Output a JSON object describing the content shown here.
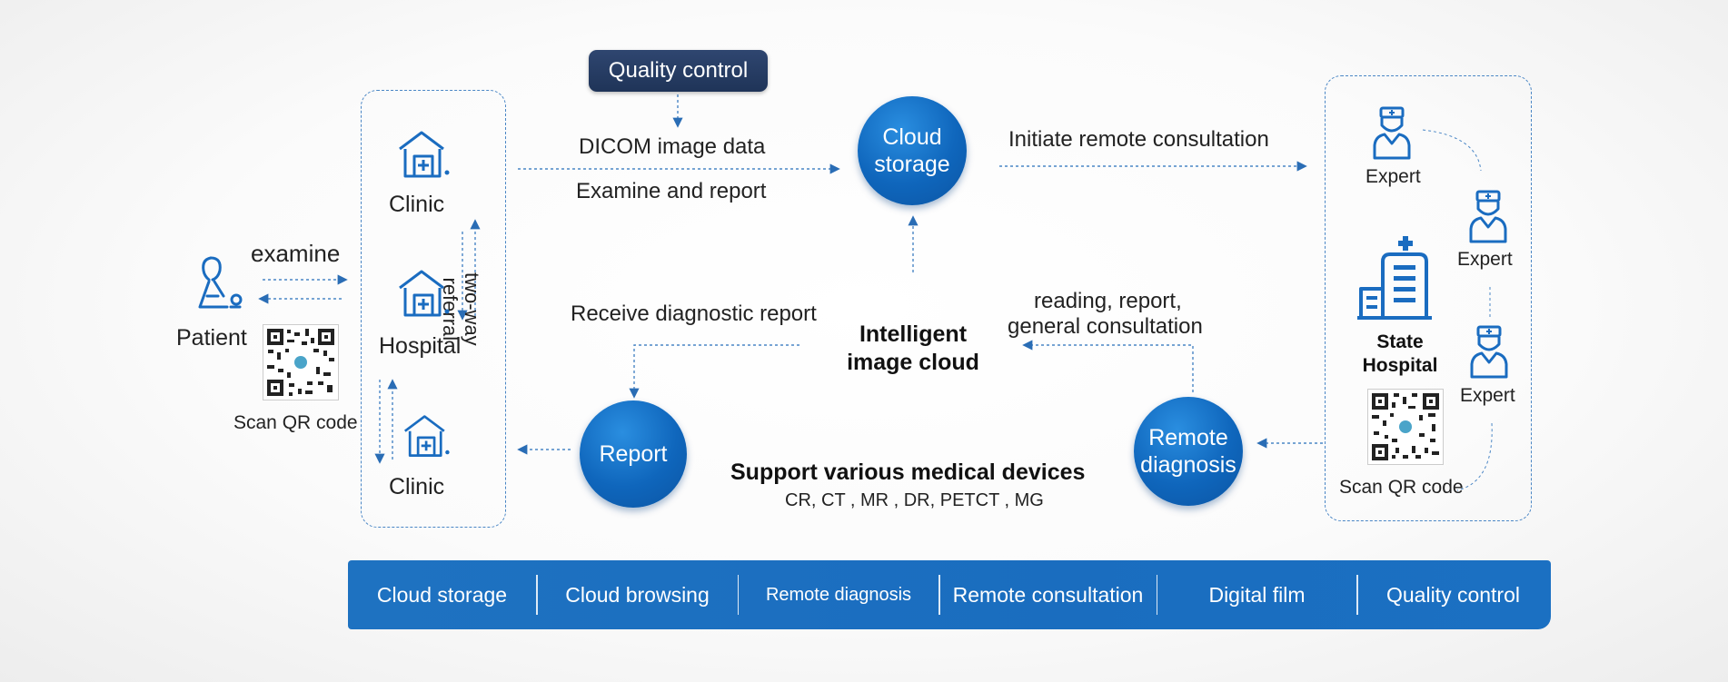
{
  "quality_control_top": "Quality control",
  "flow": {
    "dicom": "DICOM image data",
    "examine_report": "Examine and report",
    "initiate_consult": "Initiate remote consultation",
    "receive_report": "Receive diagnostic report",
    "reading_line1": "reading, report,",
    "reading_line2": "general consultation",
    "examine": "examine",
    "two_way_line1": "two-way",
    "two_way_line2": "referral"
  },
  "center": {
    "title_line1": "Intelligent",
    "title_line2": "image cloud",
    "support_title": "Support various medical devices",
    "devices": "CR, CT , MR , DR, PETCT , MG"
  },
  "circles": {
    "cloud_line1": "Cloud",
    "cloud_line2": "storage",
    "report": "Report",
    "remote_line1": "Remote",
    "remote_line2": "diagnosis"
  },
  "left": {
    "patient": "Patient",
    "scan_qr": "Scan QR code",
    "clinic_top": "Clinic",
    "hospital": "Hospital",
    "clinic_bottom": "Clinic"
  },
  "right": {
    "expert1": "Expert",
    "expert2": "Expert",
    "expert3": "Expert",
    "state_line1": "State",
    "state_line2": "Hospital",
    "scan_qr": "Scan QR code"
  },
  "bottom_bar": {
    "items": [
      "Cloud storage",
      "Cloud browsing",
      "Remote diagnosis",
      "Remote consultation",
      "Digital film",
      "Quality control"
    ]
  },
  "colors": {
    "accent": "#1467bf",
    "dark_badge": "#26395e",
    "arrow": "#4a86c5"
  },
  "icons": [
    "patient-icon",
    "clinic-icon",
    "hospital-icon",
    "doctor-icon",
    "state-hospital-building-icon",
    "qr-code-icon"
  ]
}
